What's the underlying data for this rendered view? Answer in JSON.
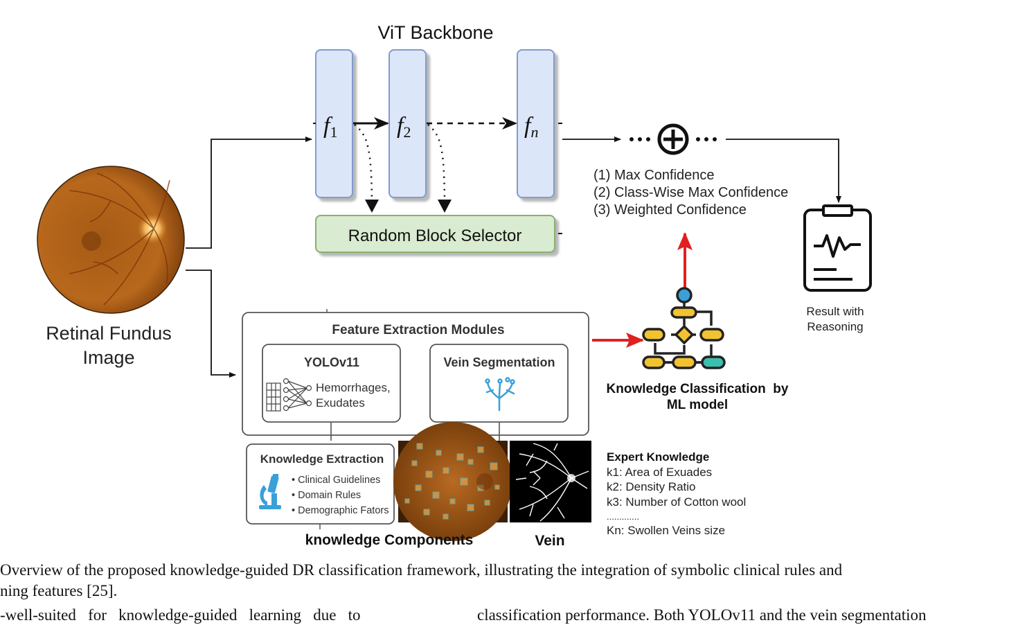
{
  "figure": {
    "vit_title": "ViT Backbone",
    "blocks": [
      "f",
      "f",
      "f"
    ],
    "block_subscripts": [
      "1",
      "2",
      "n"
    ],
    "random_block_selector": "Random Block Selector",
    "ensemble_methods": [
      "(1) Max Confidence",
      "(2) Class-Wise Max Confidence",
      "(3) Weighted Confidence"
    ],
    "fundus_label_line1": "Retinal Fundus",
    "fundus_label_line2": "Image",
    "result_line1": "Result with",
    "result_line2": "Reasoning",
    "feature_modules_title": "Feature Extraction Modules",
    "yolo_title": "YOLOv11",
    "yolo_items_line1": "Hemorrhages,",
    "yolo_items_line2": "Exudates",
    "vein_seg_title": "Vein Segmentation",
    "knowledge_extraction_title": "Knowledge Extraction",
    "knowledge_items": [
      "• Clinical Guidelines",
      "• Domain Rules",
      "• Demographic Fators"
    ],
    "knowledge_components_label": "knowledge Components",
    "vein_label": "Vein",
    "classification_line1": "Knowledge Classification  by",
    "classification_line2": "ML model",
    "expert_title": "Expert Knowledge",
    "expert_items": [
      "k1: Area of Exuades",
      "k2: Density Ratio",
      "k3: Number of Cotton wool",
      ".............",
      "Kn: Swollen Veins size"
    ]
  },
  "caption": {
    "line1": "Overview of the proposed knowledge-guided DR classification framework, illustrating the integration of symbolic clinical rules and",
    "line2": "ning features [25].",
    "body_left": "-well-suited   for   knowledge-guided   learning   due   to",
    "body_right": "classification performance. Both YOLOv11 and the vein segmentation"
  },
  "colors": {
    "block_fill": "#dbe6f8",
    "block_stroke": "#7f9ccc",
    "selector_fill": "#d9ebd0",
    "selector_stroke": "#86b06f",
    "red_arrow": "#e02020",
    "flow_yellow": "#f2c230",
    "flow_teal": "#3cbfae",
    "flow_blue": "#3aa0d8"
  }
}
